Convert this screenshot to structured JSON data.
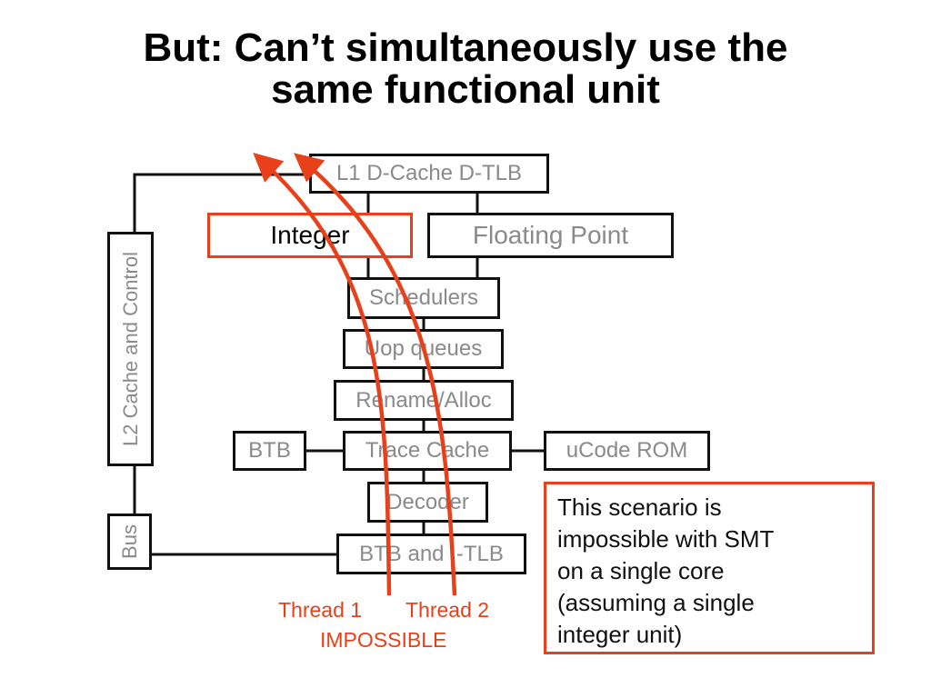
{
  "title": {
    "line1": "But: Can’t simultaneously use the",
    "line2": "same functional unit"
  },
  "blocks": {
    "l1_dcache": "L1 D-Cache D-TLB",
    "integer": "Integer",
    "floating_point": "Floating Point",
    "schedulers": "Schedulers",
    "uop_queues": "Uop queues",
    "rename_alloc": "Rename/Alloc",
    "btb": "BTB",
    "trace_cache": "Trace Cache",
    "ucode_rom": "uCode ROM",
    "decoder": "Decoder",
    "btb_itlb": "BTB and I-TLB",
    "l2_cache": "L2 Cache and Control",
    "bus": "Bus"
  },
  "threads": {
    "thread1": "Thread 1",
    "thread2": "Thread 2",
    "status": "IMPOSSIBLE"
  },
  "note": {
    "line1": "This scenario is",
    "line2": "impossible with SMT",
    "line3": "on a single core",
    "line4": "(assuming a single",
    "line5": "integer unit)"
  },
  "colors": {
    "accent": "#e8401a",
    "border": "#111111",
    "block_text": "#8a8a8a"
  }
}
